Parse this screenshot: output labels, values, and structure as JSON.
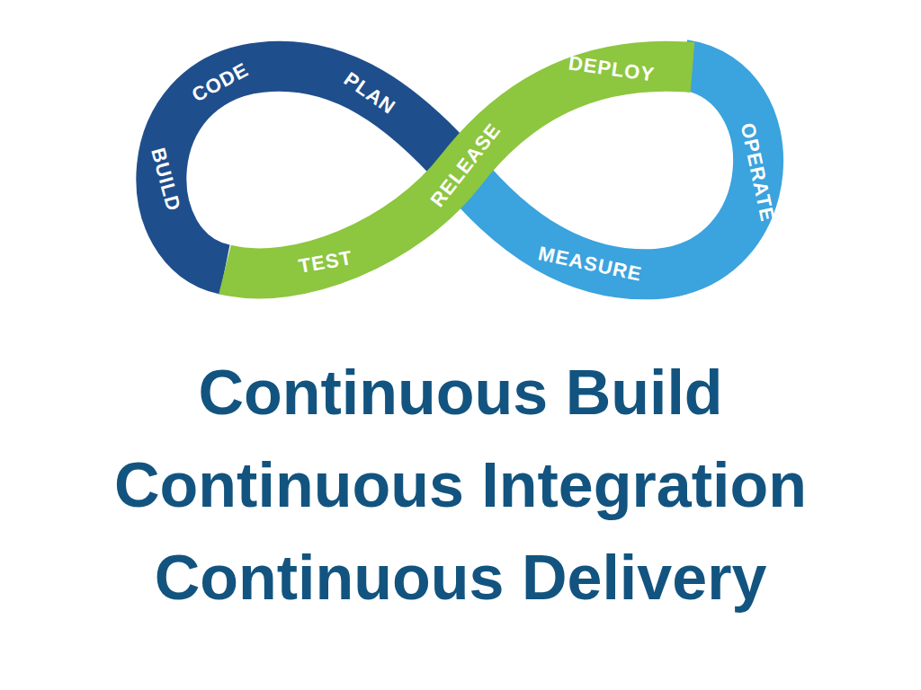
{
  "diagram": {
    "labels": [
      "CODE",
      "PLAN",
      "DEPLOY",
      "BUILD",
      "RELEASE",
      "OPERATE",
      "TEST",
      "MEASURE",
      "Continuous Build",
      "Continuous Integration",
      "Continuous Delivery"
    ]
  }
}
